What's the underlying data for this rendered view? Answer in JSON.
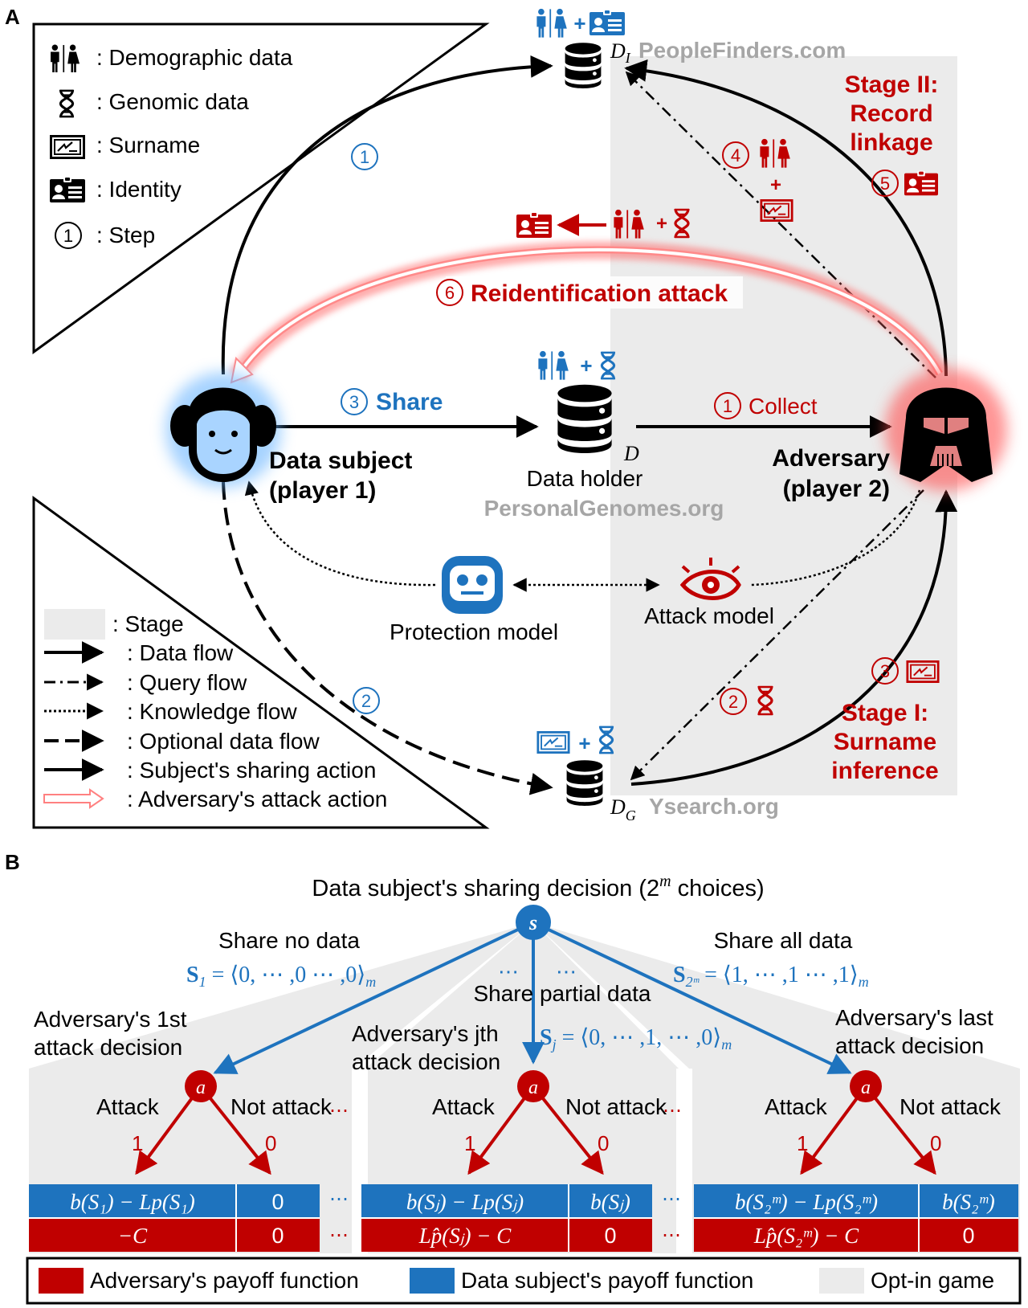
{
  "panels": {
    "a": "A",
    "b": "B"
  },
  "legend_top": [
    {
      "label": ": Demographic data",
      "icon": "demographic-icon"
    },
    {
      "label": ": Genomic data",
      "icon": "dna-icon"
    },
    {
      "label": ": Surname",
      "icon": "surname-icon"
    },
    {
      "label": ": Identity",
      "icon": "identity-card-icon"
    },
    {
      "label": ": Step",
      "icon": "step-circle-icon",
      "step": "1"
    }
  ],
  "legend_bottom": [
    ": Stage",
    ": Data flow",
    ": Query flow",
    ": Knowledge flow",
    ": Optional data flow",
    ": Subject's sharing action",
    ": Adversary's attack action"
  ],
  "stages": {
    "stage2": [
      "Stage II:",
      "Record",
      "linkage"
    ],
    "stage1": [
      "Stage I:",
      "Surname",
      "inference"
    ]
  },
  "databases": {
    "dl_label": "D",
    "dl_sub": "I",
    "dl_site": "PeopleFinders.com",
    "d_label": "D",
    "d_holder": "Data holder",
    "d_site": "PersonalGenomes.org",
    "dg_label": "D",
    "dg_sub": "G",
    "dg_site": "Ysearch.org"
  },
  "players": {
    "subject": [
      "Data subject",
      "(player 1)"
    ],
    "adversary": [
      "Adversary",
      "(player 2)"
    ]
  },
  "steps": {
    "blue1": "1",
    "blue2": "2",
    "share_num": "3",
    "share": "Share",
    "collect_num": "1",
    "collect": "Collect",
    "red2": "2",
    "red3": "3",
    "red4": "4",
    "red5": "5",
    "reid_num": "6",
    "reid": "Reidentification attack",
    "plus": "+"
  },
  "models": {
    "protection": "Protection model",
    "attack": "Attack model"
  },
  "tree": {
    "title": "Data subject's sharing decision (2",
    "title_exp": "m",
    "title_end": " choices)",
    "root": "s",
    "share_none": "Share no data",
    "share_all": "Share all data",
    "share_partial": "Share partial data",
    "s1": "S",
    "s1_sub": "1",
    "s1_val": " = ⟨0, ⋯ ,0 ⋯ ,0⟩",
    "sj_sub": "j",
    "sj_val": " = ⟨0, ⋯ ,1, ⋯ ,0⟩",
    "sm_sub": "2ᵐ",
    "sm_val": " = ⟨1, ⋯ ,1 ⋯ ,1⟩",
    "sub_m": "m",
    "adv_first": [
      "Adversary's 1st",
      "attack decision"
    ],
    "adv_jth": [
      "Adversary's jth",
      "attack decision"
    ],
    "adv_last": [
      "Adversary's last",
      "attack decision"
    ],
    "node": "a",
    "attack": "Attack",
    "not_attack": "Not attack",
    "one": "1",
    "zero": "0",
    "dots": "⋯",
    "payoffs": [
      {
        "blue_left": "b(S₁) − Lp(S₁)",
        "blue_right": "0",
        "red_left": "−C",
        "red_right": "0"
      },
      {
        "blue_left": "b(Sⱼ) − Lp(Sⱼ)",
        "blue_right": "b(Sⱼ)",
        "red_left": "Lp̂(Sⱼ) − C",
        "red_right": "0"
      },
      {
        "blue_left": "b(S₂ᵐ) − Lp(S₂ᵐ)",
        "blue_right": "b(S₂ᵐ)",
        "red_left": "Lp̂(S₂ᵐ) − C",
        "red_right": "0"
      }
    ]
  },
  "bottom_legend": {
    "adversary": "Adversary's payoff function",
    "subject": "Data subject's payoff function",
    "optin": "Opt-in game"
  },
  "colors": {
    "blue": "#1e73be",
    "red": "#c00000",
    "stage": "#ebebeb",
    "gray_text": "#a6a6a6"
  }
}
